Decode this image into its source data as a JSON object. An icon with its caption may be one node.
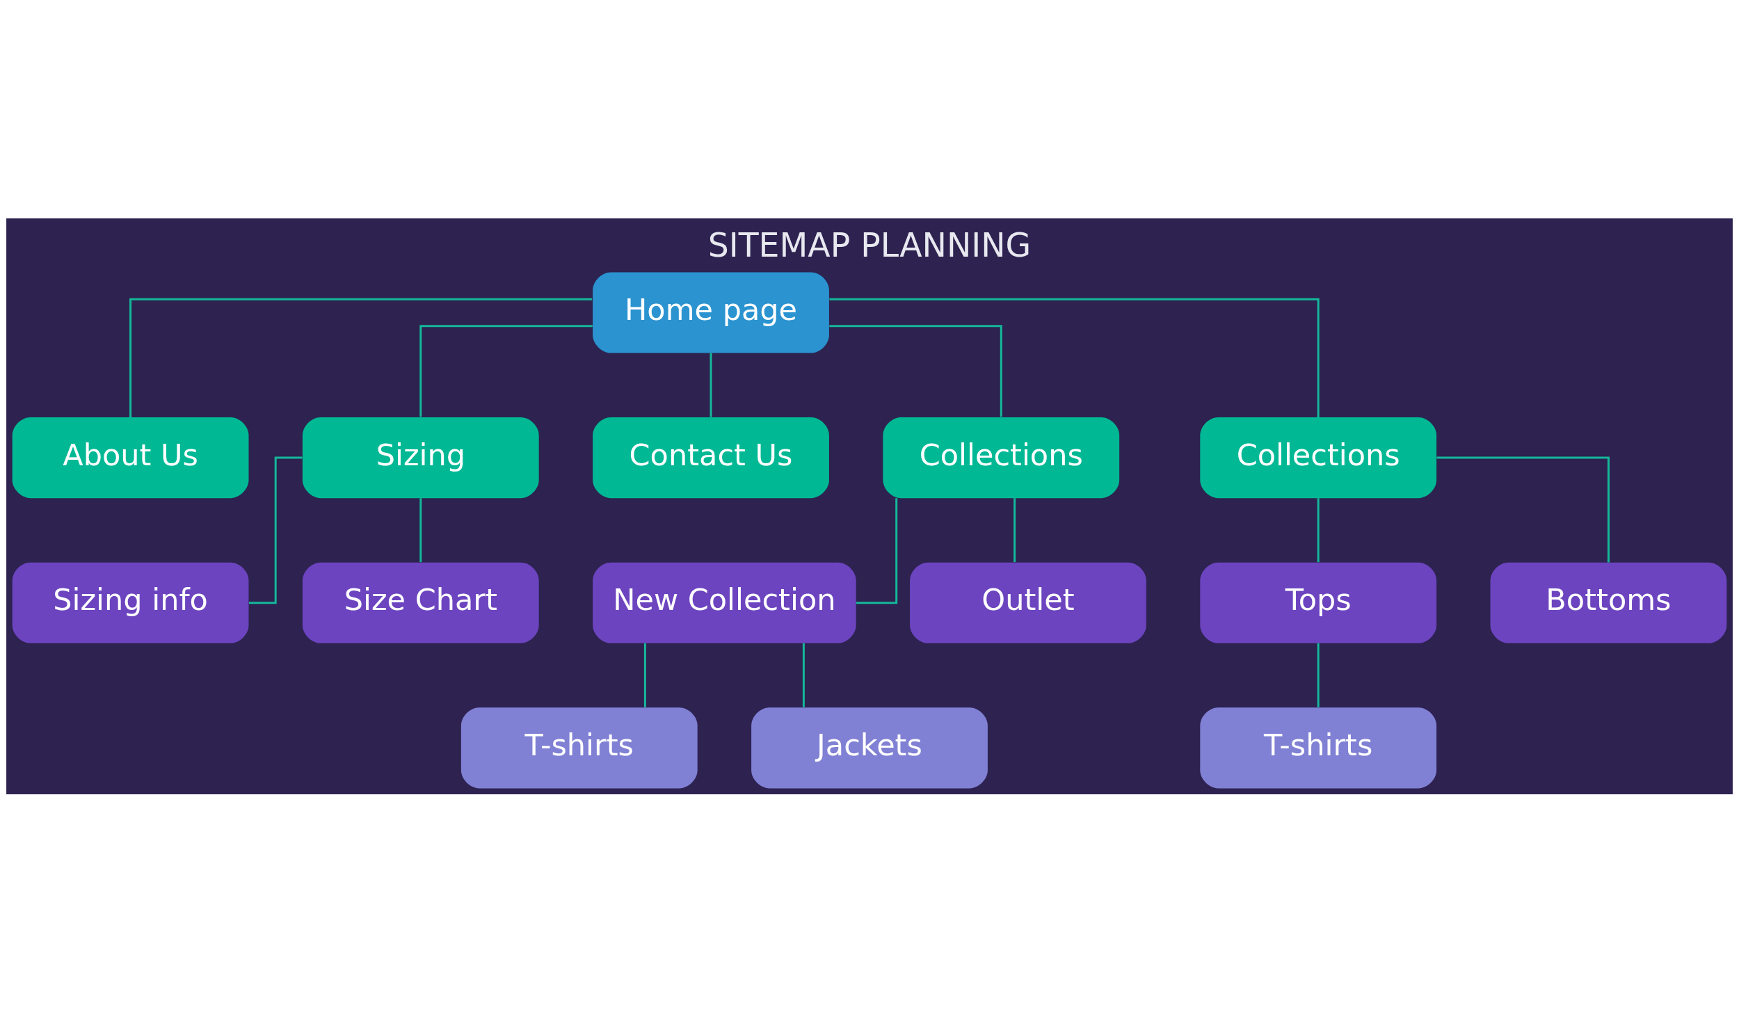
{
  "diagram": {
    "title": "SITEMAP PLANNING",
    "nodes": [
      {
        "text": [
          "Home page"
        ]
      },
      {
        "text": [
          "About Us"
        ]
      },
      {
        "text": [
          "Sizing"
        ]
      },
      {
        "text": [
          "Contact Us"
        ]
      },
      {
        "text": [
          "Collections"
        ]
      },
      {
        "text": [
          "Collections"
        ]
      },
      {
        "text": [
          "Sizing info"
        ]
      },
      {
        "text": [
          "Size Chart"
        ]
      },
      {
        "text": [
          "New Collection"
        ]
      },
      {
        "text": [
          "T-shirts"
        ]
      },
      {
        "text": [
          "Jackets"
        ]
      },
      {
        "text": [
          "Outlet"
        ]
      },
      {
        "text": [
          "Tops"
        ]
      },
      {
        "text": [
          "T-shirts"
        ]
      },
      {
        "text": [
          "Bottoms"
        ]
      }
    ],
    "edges": [
      {
        "from": 0,
        "to": 1,
        "arrow": "none"
      },
      {
        "from": 0,
        "to": 2,
        "arrow": "none"
      },
      {
        "from": 0,
        "to": 3,
        "arrow": "none"
      },
      {
        "from": 0,
        "to": 4,
        "arrow": "none"
      },
      {
        "from": 0,
        "to": 5,
        "arrow": "none"
      },
      {
        "from": 2,
        "to": 6,
        "arrow": "none"
      },
      {
        "from": 2,
        "to": 7,
        "arrow": "none"
      },
      {
        "from": 4,
        "to": 8,
        "arrow": "none"
      },
      {
        "from": 8,
        "to": 9,
        "arrow": "none"
      },
      {
        "from": 8,
        "to": 10,
        "arrow": "none"
      },
      {
        "from": 4,
        "to": 11,
        "arrow": "none"
      },
      {
        "from": 5,
        "to": 12,
        "arrow": "none"
      },
      {
        "from": 12,
        "to": 13,
        "arrow": "none"
      },
      {
        "from": 5,
        "to": 14,
        "arrow": "none"
      }
    ]
  }
}
